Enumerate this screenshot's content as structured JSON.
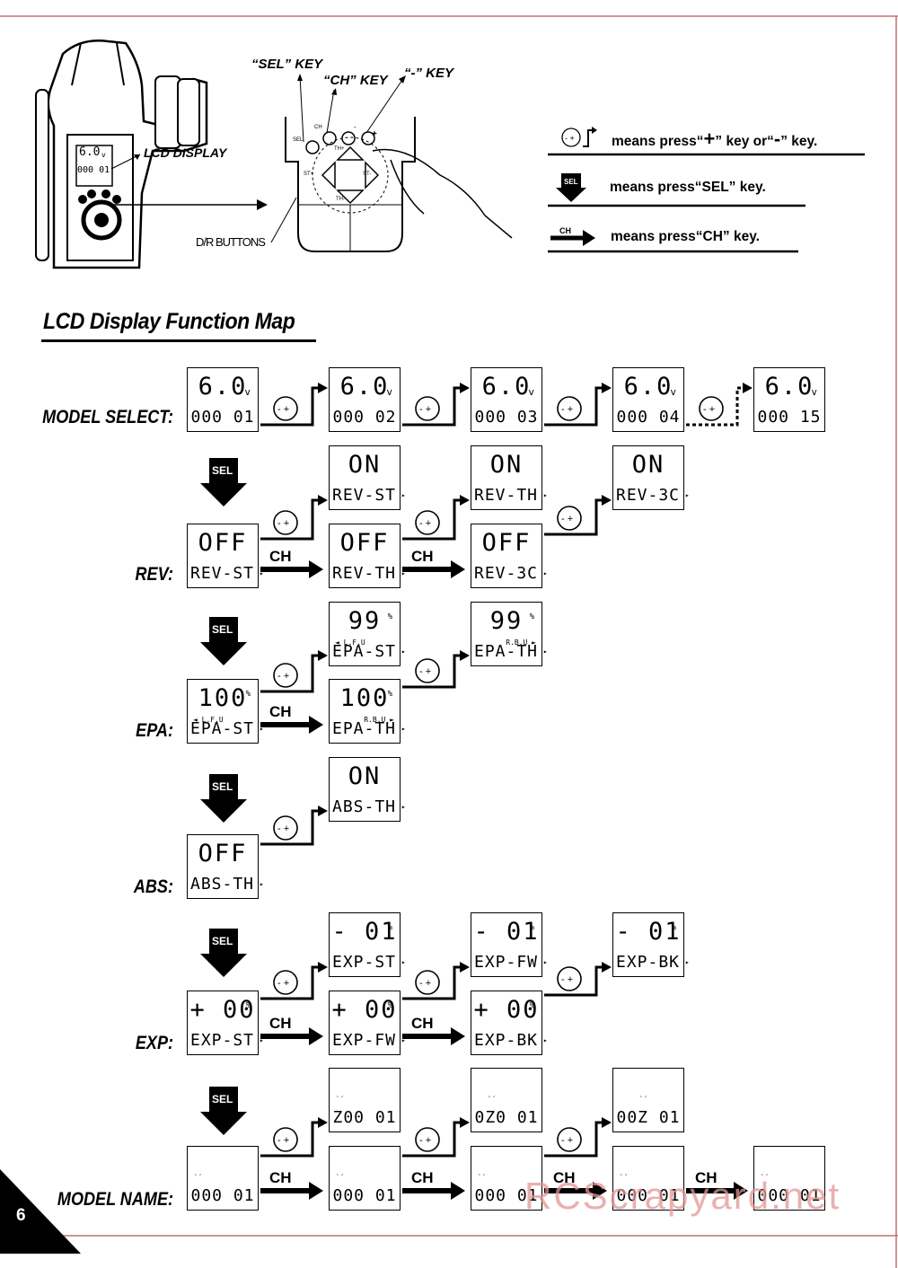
{
  "header": {
    "sel_key": "“SEL” KEY",
    "ch_key": "“CH” KEY",
    "minus_key": "“-” KEY",
    "lcd_display": "LCD DISPLAY",
    "dr_buttons": "D/R BUTTONS",
    "panel_labels": {
      "sel": "SEL",
      "ch": "CH",
      "minus": "-",
      "plus": "+",
      "th_plus": "TH+",
      "th_minus": "TH-",
      "st_plus": "ST+",
      "st_minus": "ST-"
    },
    "mini_lcd": {
      "top": "6.0",
      "unit": "v",
      "bottom": "000 01"
    }
  },
  "legend": [
    {
      "icon": "plus-minus-key-icon",
      "pre": "means press“",
      "k1": "+",
      "mid": "” key or“",
      "k2": "-",
      "post": "” key."
    },
    {
      "icon": "sel-arrow-icon",
      "text": "means press“SEL” key.",
      "icon_label": "SEL"
    },
    {
      "icon": "ch-arrow-icon",
      "text": "means press“CH” key.",
      "icon_label": "CH"
    }
  ],
  "title": "LCD Display Function Map",
  "labels": {
    "sel": "SEL",
    "ch": "CH",
    "plus": "+",
    "minus": "-"
  },
  "rows": {
    "model_select": "MODEL SELECT:",
    "rev": "REV:",
    "epa": "EPA:",
    "abs": "ABS:",
    "exp": "EXP:",
    "model_name": "MODEL NAME:"
  },
  "lcds": [
    {
      "id": "ms1",
      "top": "6.0",
      "unit": "v",
      "bot": "000 01"
    },
    {
      "id": "ms2",
      "top": "6.0",
      "unit": "v",
      "bot": "000 02"
    },
    {
      "id": "ms3",
      "top": "6.0",
      "unit": "v",
      "bot": "000 03"
    },
    {
      "id": "ms4",
      "top": "6.0",
      "unit": "v",
      "bot": "000 04"
    },
    {
      "id": "ms5",
      "top": "6.0",
      "unit": "v",
      "bot": "000 15"
    },
    {
      "id": "rev_on1",
      "top": "ON",
      "bot": "REV-ST",
      "arrow": true
    },
    {
      "id": "rev_on2",
      "top": "ON",
      "bot": "REV-TH",
      "arrow": true
    },
    {
      "id": "rev_on3",
      "top": "ON",
      "bot": "REV-3C",
      "arrow": true
    },
    {
      "id": "rev_off1",
      "top": "OFF",
      "bot": "REV-ST",
      "arrow": true
    },
    {
      "id": "rev_off2",
      "top": "OFF",
      "bot": "REV-TH",
      "arrow": true
    },
    {
      "id": "rev_off3",
      "top": "OFF",
      "bot": "REV-3C",
      "arrow": true
    },
    {
      "id": "epa99a",
      "top": "99",
      "unit": "%",
      "sub": "◄ L.F.U",
      "bot": "EPA-ST",
      "arrow": true
    },
    {
      "id": "epa99b",
      "top": "99",
      "unit": "%",
      "sub": "R.B.U ►",
      "subr": true,
      "bot": "EPA-TH",
      "arrow": true
    },
    {
      "id": "epa100a",
      "top": "100",
      "unit": "%",
      "sub": "◄ L.F.U",
      "bot": "EPA-ST",
      "arrow": true
    },
    {
      "id": "epa100b",
      "top": "100",
      "unit": "%",
      "sub": "R.B.U ►",
      "subr": true,
      "bot": "EPA-TH",
      "arrow": true
    },
    {
      "id": "abs_on",
      "top": "ON",
      "bot": "ABS-TH",
      "arrow": true
    },
    {
      "id": "abs_off",
      "top": "OFF",
      "bot": "ABS-TH",
      "arrow": true
    },
    {
      "id": "exp_m1",
      "top": "- 01",
      "unit": "%",
      "bot": "EXP-ST",
      "arrow": true
    },
    {
      "id": "exp_m2",
      "top": "- 01",
      "unit": "%",
      "bot": "EXP-FW",
      "arrow": true
    },
    {
      "id": "exp_m3",
      "top": "- 01",
      "unit": "%",
      "bot": "EXP-BK",
      "arrow": true
    },
    {
      "id": "exp_p1",
      "top": "+ 00",
      "unit": "%",
      "bot": "EXP-ST",
      "arrow": true
    },
    {
      "id": "exp_p2",
      "top": "+ 00",
      "unit": "%",
      "bot": "EXP-FW",
      "arrow": true
    },
    {
      "id": "exp_p3",
      "top": "+ 00",
      "unit": "%",
      "bot": "EXP-BK",
      "arrow": true
    },
    {
      "id": "mn_z1",
      "top": "",
      "bot": "Z00 01"
    },
    {
      "id": "mn_z2",
      "top": "",
      "bot": "0Z0 01"
    },
    {
      "id": "mn_z3",
      "top": "",
      "bot": "00Z 01"
    },
    {
      "id": "mn_1",
      "top": "",
      "bot": "000 01"
    },
    {
      "id": "mn_2",
      "top": "",
      "bot": "000 01"
    },
    {
      "id": "mn_3",
      "top": "",
      "bot": "000 01"
    },
    {
      "id": "mn_4",
      "top": "",
      "bot": "000 01"
    },
    {
      "id": "mn_5",
      "top": "",
      "bot": "000 01"
    }
  ],
  "page_number": "6",
  "watermark": "RCScrapyard.net"
}
